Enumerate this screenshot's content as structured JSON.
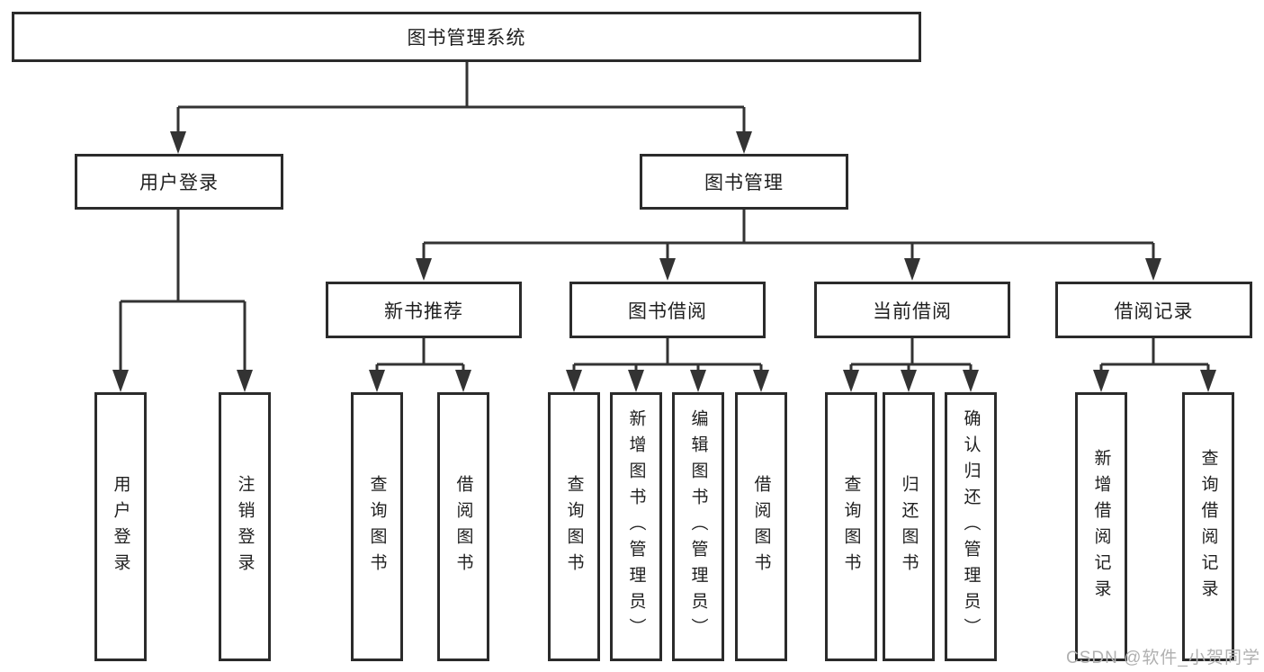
{
  "diagram_type": "functional-structure-tree",
  "tree": {
    "label": "图书管理系统",
    "children": [
      {
        "label": "用户登录",
        "children": [
          {
            "label": "用户登录"
          },
          {
            "label": "注销登录"
          }
        ]
      },
      {
        "label": "图书管理",
        "children": [
          {
            "label": "新书推荐",
            "children": [
              {
                "label": "查询图书"
              },
              {
                "label": "借阅图书"
              }
            ]
          },
          {
            "label": "图书借阅",
            "children": [
              {
                "label": "查询图书"
              },
              {
                "label": "新增图书（管理员）"
              },
              {
                "label": "编辑图书（管理员）"
              },
              {
                "label": "借阅图书"
              }
            ]
          },
          {
            "label": "当前借阅",
            "children": [
              {
                "label": "查询图书"
              },
              {
                "label": "归还图书"
              },
              {
                "label": "确认归还（管理员）"
              }
            ]
          },
          {
            "label": "借阅记录",
            "children": [
              {
                "label": "新增借阅记录"
              },
              {
                "label": "查询借阅记录"
              }
            ]
          }
        ]
      }
    ]
  },
  "watermark": {
    "text": "CSDN @软件_小贺同学"
  },
  "colors": {
    "line": "#333333",
    "box_border": "#2b2b2b",
    "text": "#1f1f1f",
    "watermark": "#b0b0b0",
    "background": "#ffffff"
  }
}
